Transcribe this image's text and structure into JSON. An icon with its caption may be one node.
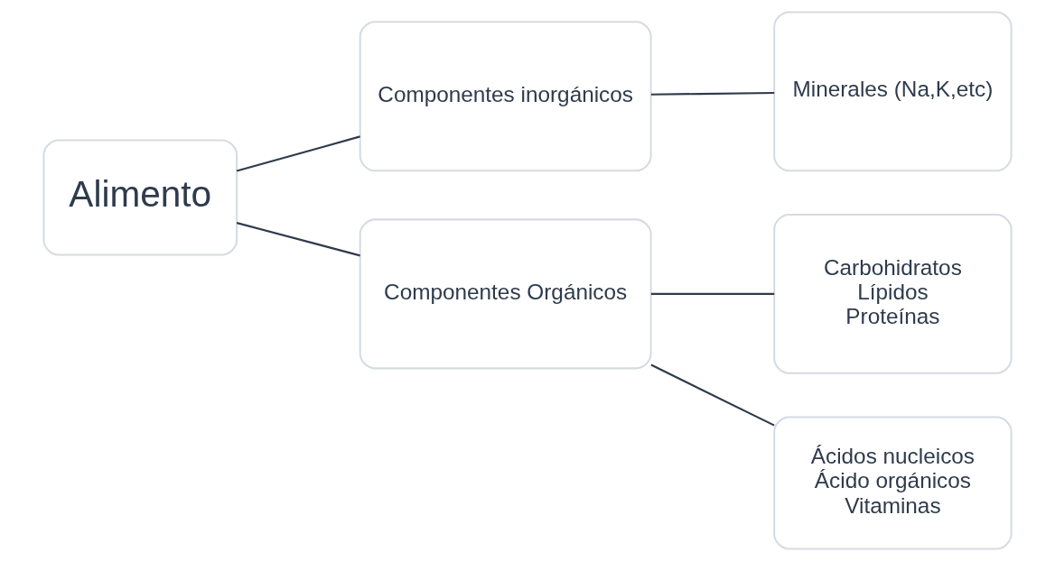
{
  "diagram": {
    "nodes": [
      {
        "text": [
          "Alimento"
        ]
      },
      {
        "text": [
          "Componentes inorgánicos"
        ]
      },
      {
        "text": [
          "Minerales (Na,K,etc)"
        ]
      },
      {
        "text": [
          "Componentes Orgánicos"
        ]
      },
      {
        "text": [
          "Carbohidratos",
          "Lípidos",
          "Proteínas"
        ]
      },
      {
        "text": [
          "Ácidos nucleicos",
          "Ácido orgánicos",
          "Vitaminas"
        ]
      }
    ],
    "edges": [
      {
        "from": 0,
        "to": 1,
        "arrow": "none"
      },
      {
        "from": 0,
        "to": 3,
        "arrow": "none"
      },
      {
        "from": 1,
        "to": 2,
        "arrow": "none"
      },
      {
        "from": 3,
        "to": 4,
        "arrow": "none"
      },
      {
        "from": 3,
        "to": 5,
        "arrow": "none"
      }
    ]
  }
}
